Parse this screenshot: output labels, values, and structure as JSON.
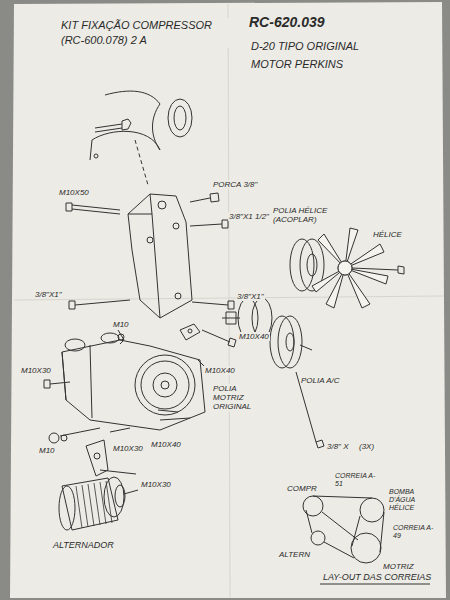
{
  "diagram": {
    "title": "KIT FIXAÇÃO COMPRESSOR (RC-600.078) 2 A",
    "labels": [
      "RC-620.039",
      "D-20 TIPO ORIGINAL",
      "MOTOR PERKINS",
      "PORCA 3/8\"",
      "M10X50",
      "3/8\"X1 1/2\"",
      "3/8\"X1\"",
      "3/8\"X1\"",
      "M10",
      "M10X40",
      "M10X40",
      "M10X30",
      "M10X40",
      "M10",
      "M10X30",
      "M10X30",
      "ALTERNADOR",
      "POLIA HÉLICE (ACOPLAR)",
      "HÉLICE",
      "POLIA MOTRIZ ORIGINAL",
      "POLIA A/C",
      "3/8\" X",
      "(3X)",
      "COMPR",
      "CORREIA A-51",
      "BOMBA D'ÁGUA HÉLICE",
      "CORREIA A-49",
      "ALTERN",
      "MOTRIZ",
      "LAY-OUT DAS CORREIAS"
    ]
  }
}
